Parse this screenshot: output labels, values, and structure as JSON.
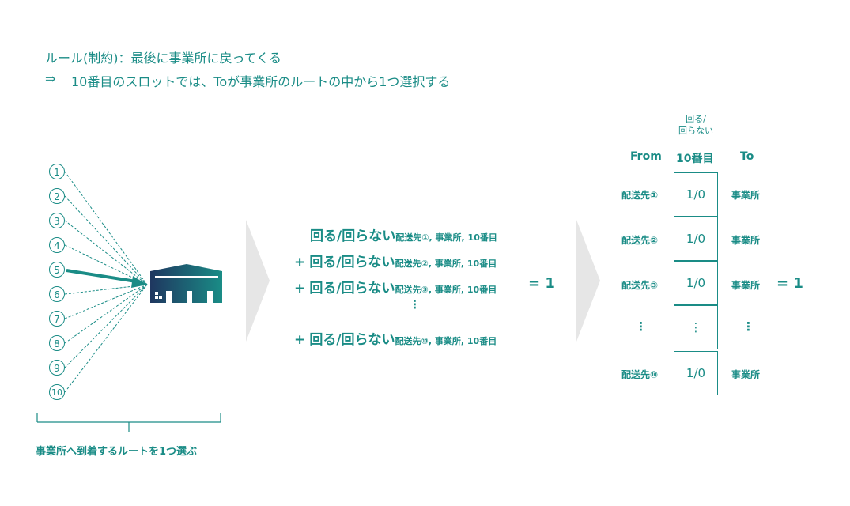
{
  "header": {
    "line1": "ルール(制約)：最後に事業所に戻ってくる",
    "arrow": "⇒",
    "line2": "10番目のスロットでは、Toが事業所のルートの中から1つ選択する"
  },
  "nodes": [
    "1",
    "2",
    "3",
    "4",
    "5",
    "6",
    "7",
    "8",
    "9",
    "10"
  ],
  "caption": "事業所へ到着するルートを1つ選ぶ",
  "equation": {
    "terms": [
      {
        "prefix": "",
        "main": "回る/回らない",
        "sub": "配送先①, 事業所, 10番目"
      },
      {
        "prefix": "+",
        "main": "回る/回らない",
        "sub": "配送先②, 事業所, 10番目"
      },
      {
        "prefix": "+",
        "main": "回る/回らない",
        "sub": "配送先③, 事業所, 10番目"
      },
      {
        "prefix": "+",
        "main": "回る/回らない",
        "sub": "配送先⑩, 事業所, 10番目"
      }
    ],
    "dots": "⋮",
    "result": "= 1"
  },
  "table": {
    "top_label_line1": "回る/",
    "top_label_line2": "回らない",
    "col_from": "From",
    "col_slot": "10番目",
    "col_to": "To",
    "rows": [
      {
        "from": "配送先①",
        "value": "1/0",
        "to": "事業所"
      },
      {
        "from": "配送先②",
        "value": "1/0",
        "to": "事業所"
      },
      {
        "from": "配送先③",
        "value": "1/0",
        "to": "事業所"
      },
      {
        "from": "⋮",
        "value": "⋮",
        "to": "⋮"
      },
      {
        "from": "配送先⑩",
        "value": "1/0",
        "to": "事業所"
      }
    ],
    "result": "= 1"
  }
}
